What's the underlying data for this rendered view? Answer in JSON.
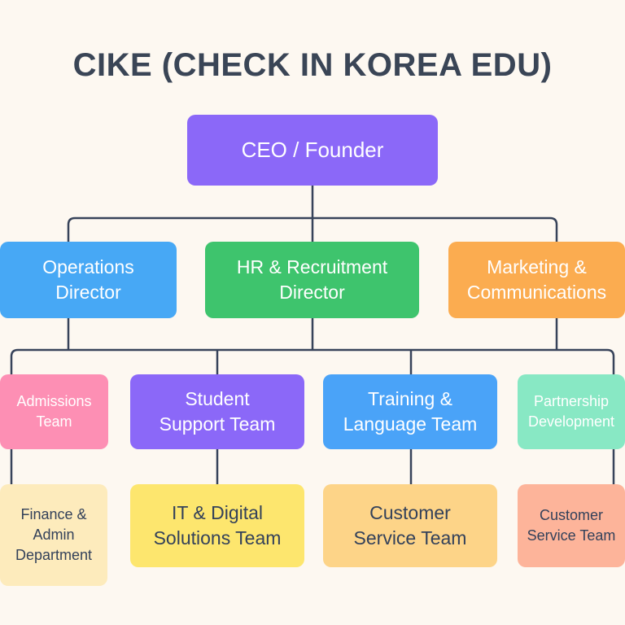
{
  "title": "CIKE (CHECK IN KOREA EDU)",
  "ceo": {
    "label": "CEO / Founder",
    "color": "#8b68f8"
  },
  "directors": [
    {
      "label": "Operations\nDirector",
      "color": "#47a8f5"
    },
    {
      "label": "HR & Recruitment\nDirector",
      "color": "#3ec46d"
    },
    {
      "label": "Marketing &\nCommunications",
      "color": "#fbac50"
    }
  ],
  "teams": [
    {
      "label": "Admissions\nTeam",
      "color": "#fd8fb4"
    },
    {
      "label": "Student\nSupport Team",
      "color": "#8b68f8"
    },
    {
      "label": "Training &\nLanguage Team",
      "color": "#4aa3f8"
    },
    {
      "label": "Partnership\nDevelopment",
      "color": "#88e8c4"
    }
  ],
  "units": [
    {
      "label": "Finance &\nAdmin\nDepartment",
      "color": "#fdebbc"
    },
    {
      "label": "IT & Digital\nSolutions Team",
      "color": "#fde66e"
    },
    {
      "label": "Customer\nService Team",
      "color": "#fdd488"
    },
    {
      "label": "Customer\nService Team",
      "color": "#fdb49a"
    }
  ]
}
